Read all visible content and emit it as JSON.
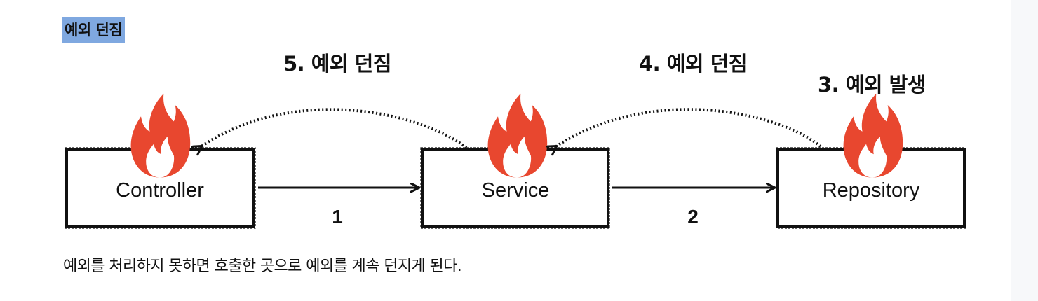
{
  "heading": "예외 던짐",
  "caption": "예외를 처리하지 못하면 호출한 곳으로 예외를 계속 던지게 된다.",
  "diagram": {
    "boxes": {
      "controller": "Controller",
      "service": "Service",
      "repository": "Repository"
    },
    "arrows": {
      "call1": "1",
      "call2": "2"
    },
    "steps": {
      "occur": "3. 예외 발생",
      "throw4": "4. 예외 던짐",
      "throw5": "5. 예외 던짐"
    },
    "colors": {
      "flame": "#e8472f",
      "heading_highlight": "#7fa8e0"
    },
    "icons": [
      "fire-icon"
    ]
  }
}
